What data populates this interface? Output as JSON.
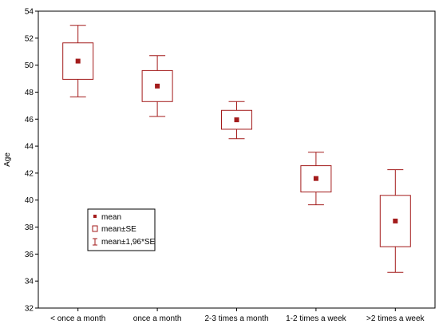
{
  "chart_data": {
    "type": "box",
    "title": "",
    "xlabel": "",
    "ylabel": "Age",
    "ylim": [
      32,
      54
    ],
    "yticks": [
      32,
      34,
      36,
      38,
      40,
      42,
      44,
      46,
      48,
      50,
      52,
      54
    ],
    "categories": [
      "< once a month",
      "once a month",
      "2-3 times a month",
      "1-2 times a week",
      ">2 times a week"
    ],
    "series": [
      {
        "mean": [
          50.3,
          48.45,
          45.95,
          41.6,
          38.45
        ],
        "se_low": [
          48.95,
          47.3,
          45.25,
          40.6,
          36.55
        ],
        "se_high": [
          51.65,
          49.6,
          46.65,
          42.55,
          40.35
        ],
        "ci_low": [
          47.65,
          46.2,
          44.55,
          39.65,
          34.65
        ],
        "ci_high": [
          52.95,
          50.7,
          47.3,
          43.55,
          42.25
        ]
      }
    ],
    "legend": {
      "position": "bottom-left",
      "items": [
        "mean",
        "mean±SE",
        "mean±1,96*SE"
      ]
    },
    "grid": false,
    "color": "#a31b1b"
  }
}
